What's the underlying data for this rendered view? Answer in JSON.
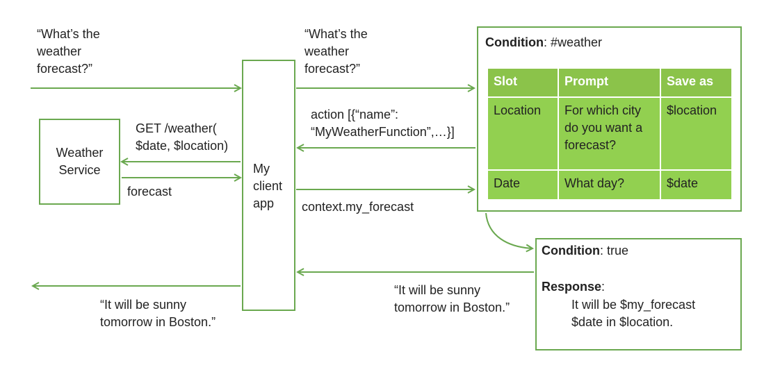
{
  "labels": {
    "user_query": "“What’s the\nweather\nforecast?”",
    "forward_query": "“What’s the\nweather\nforecast?”",
    "get_call": "GET /weather(\n$date, $location)",
    "forecast": "forecast",
    "action": "action [{“name”:\n“MyWeatherFunction”,…}]",
    "context": "context.my_forecast",
    "reply_to_app": "“It will be sunny\ntomorrow in Boston.”",
    "reply_to_user": "“It will be sunny\ntomorrow in Boston.”"
  },
  "weather_service": {
    "title": "Weather\nService"
  },
  "client_app": {
    "title": "My\nclient\napp"
  },
  "condition_box": {
    "condition_label": "Condition",
    "condition_value": ": #weather",
    "headers": [
      "Slot",
      "Prompt",
      "Save as"
    ],
    "rows": [
      [
        "Location",
        "For which city\ndo you want a\nforecast?",
        "$location"
      ],
      [
        "Date",
        "What day?",
        "$date"
      ]
    ]
  },
  "response_box": {
    "condition_label": "Condition",
    "condition_value": ": true",
    "response_label": "Response",
    "response_colon": ":",
    "response_text": "It will be $my_forecast\n$date in $location."
  },
  "colors": {
    "accent": "#6aa84f",
    "table_fill": "#92d050",
    "header_fill": "#8bc34a"
  }
}
